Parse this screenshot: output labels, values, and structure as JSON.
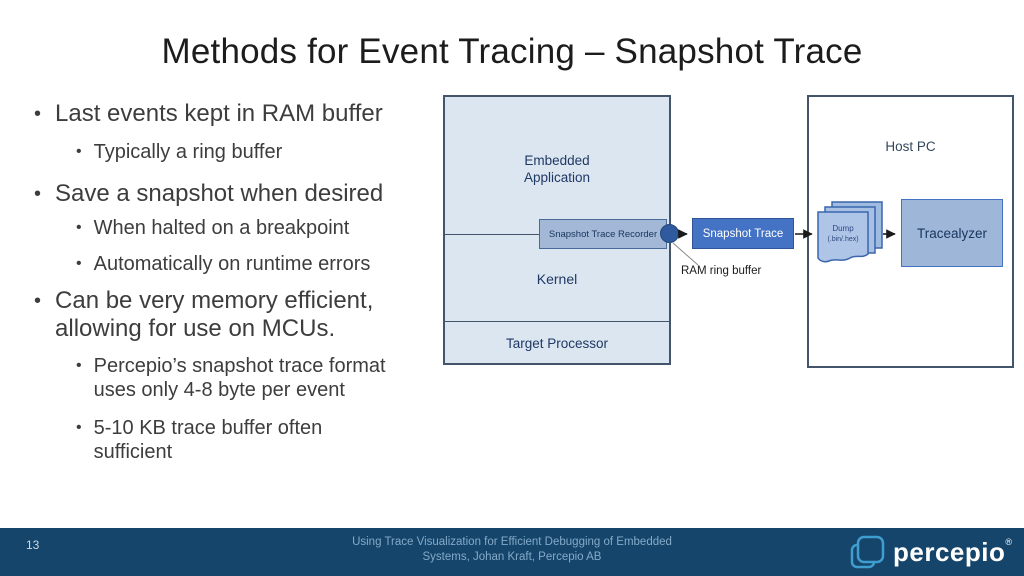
{
  "slide": {
    "title": "Methods for Event Tracing – Snapshot Trace"
  },
  "bullets": [
    {
      "level": 1,
      "text": "Last events kept in RAM buffer"
    },
    {
      "level": 2,
      "text": "Typically a ring buffer"
    },
    {
      "level": 1,
      "text": "Save a snapshot when desired"
    },
    {
      "level": 2,
      "text": "When halted on a breakpoint"
    },
    {
      "level": 2,
      "text": "Automatically on runtime errors"
    },
    {
      "level": 1,
      "text": "Can be very memory efficient,\nallowing for use on MCUs."
    },
    {
      "level": 2,
      "text": "Percepio’s snapshot trace format\nuses only 4-8 byte per event"
    },
    {
      "level": 2,
      "text": "5-10 KB trace buffer often\nsufficient"
    }
  ],
  "diagram": {
    "embedded_label": "Embedded\nApplication",
    "kernel_label": "Kernel",
    "target_processor_label": "Target Processor",
    "recorder_label": "Snapshot Trace Recorder",
    "ram_buffer_label": "RAM ring buffer",
    "snapshot_trace_label": "Snapshot Trace",
    "host_pc_label": "Host PC",
    "dump_line1": "Dump",
    "dump_line2": "(.bin/.hex)",
    "tracealyzer_label": "Tracealyzer"
  },
  "footer": {
    "page_number": "13",
    "citation_line1": "Using Trace Visualization for Efficient Debugging of Embedded",
    "citation_line2": "Systems, Johan Kraft, Percepio AB",
    "logo_text": "percepio",
    "logo_reg": "®"
  },
  "colors": {
    "footer_bg": "#15456b",
    "accent_blue": "#4472c4",
    "target_box_fill": "#dce6f1",
    "recorder_fill": "#a2b8d6",
    "tracealyzer_fill": "#9eb6d8",
    "box_border": "#44546a",
    "ring_circle": "#2f5a9d",
    "logo_blue": "#3e9ecf",
    "diagram_text": "#1f3864"
  }
}
